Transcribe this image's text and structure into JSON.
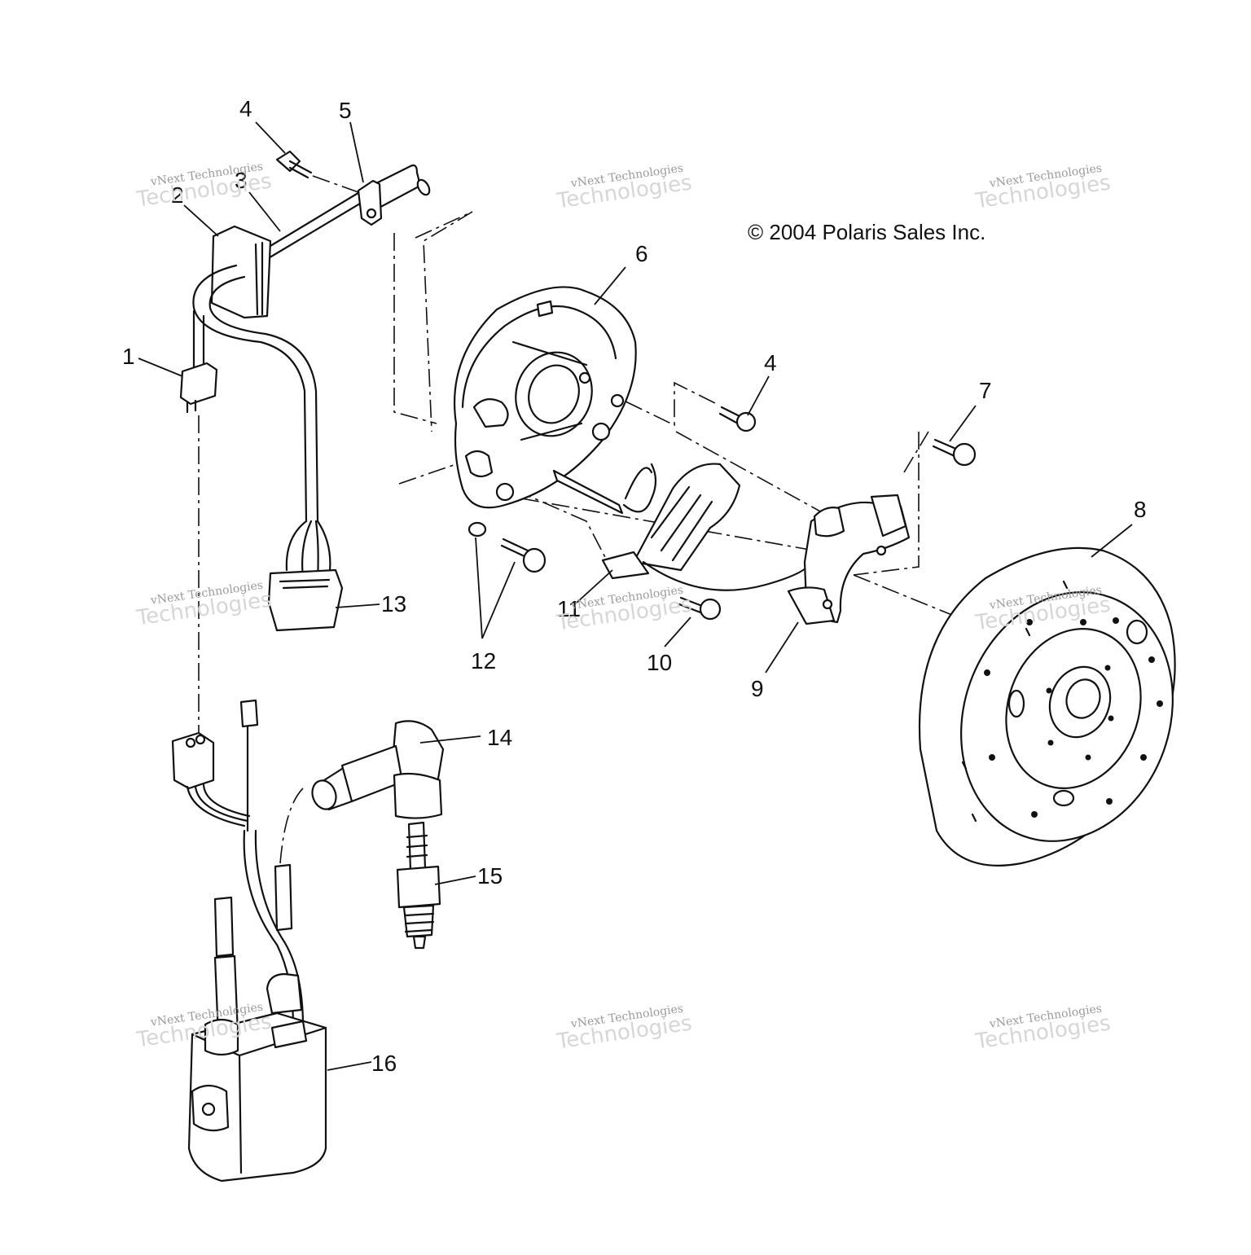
{
  "copyright": "© 2004 Polaris Sales Inc.",
  "callouts": [
    "1",
    "2",
    "3",
    "4",
    "5",
    "6",
    "4",
    "7",
    "8",
    "9",
    "10",
    "11",
    "12",
    "13",
    "14",
    "15",
    "16"
  ],
  "watermark": {
    "line1": "vNext Technologies",
    "line2": "Technologies"
  },
  "colors": {
    "ink": "#111111",
    "background": "#ffffff",
    "watermark": "#c9c9c9"
  }
}
